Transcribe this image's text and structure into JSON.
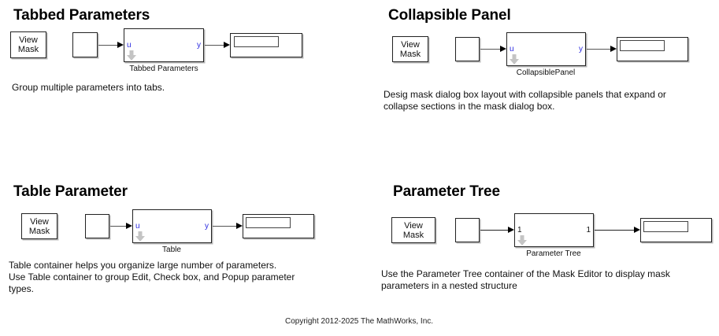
{
  "sections": [
    {
      "title": "Tabbed Parameters",
      "view_mask_label": [
        "View",
        "Mask"
      ],
      "block_label": "Tabbed Parameters",
      "in_port": "u",
      "out_port": "y",
      "description": [
        "Group multiple parameters into tabs."
      ]
    },
    {
      "title": "Collapsible Panel",
      "view_mask_label": [
        "View",
        "Mask"
      ],
      "block_label": "CollapsiblePanel",
      "in_port": "u",
      "out_port": "y",
      "description": [
        "Desig mask dialog box layout with collapsible panels that expand or",
        "collapse sections in the mask dialog box."
      ]
    },
    {
      "title": "Table Parameter",
      "view_mask_label": [
        "View",
        "Mask"
      ],
      "block_label": "Table",
      "in_port": "u",
      "out_port": "y",
      "description": [
        "Table container helps you organize  large number of parameters.",
        "Use Table container to group Edit, Check box, and Popup parameter",
        "types."
      ]
    },
    {
      "title": "Parameter Tree",
      "view_mask_label": [
        "View",
        "Mask"
      ],
      "block_label": "Parameter Tree",
      "in_port": "1",
      "out_port": "1",
      "description": [
        "Use the Parameter Tree container of the Mask Editor to display mask",
        "parameters in a nested structure"
      ]
    }
  ],
  "footer": {
    "copyright": "Copyright 2012-2025 The MathWorks, Inc."
  },
  "colors": {
    "port_label": "#2a2ae0",
    "mask_arrow": "#c4c4c4",
    "block_border": "#222222",
    "shadow": "#b8b8b8"
  }
}
